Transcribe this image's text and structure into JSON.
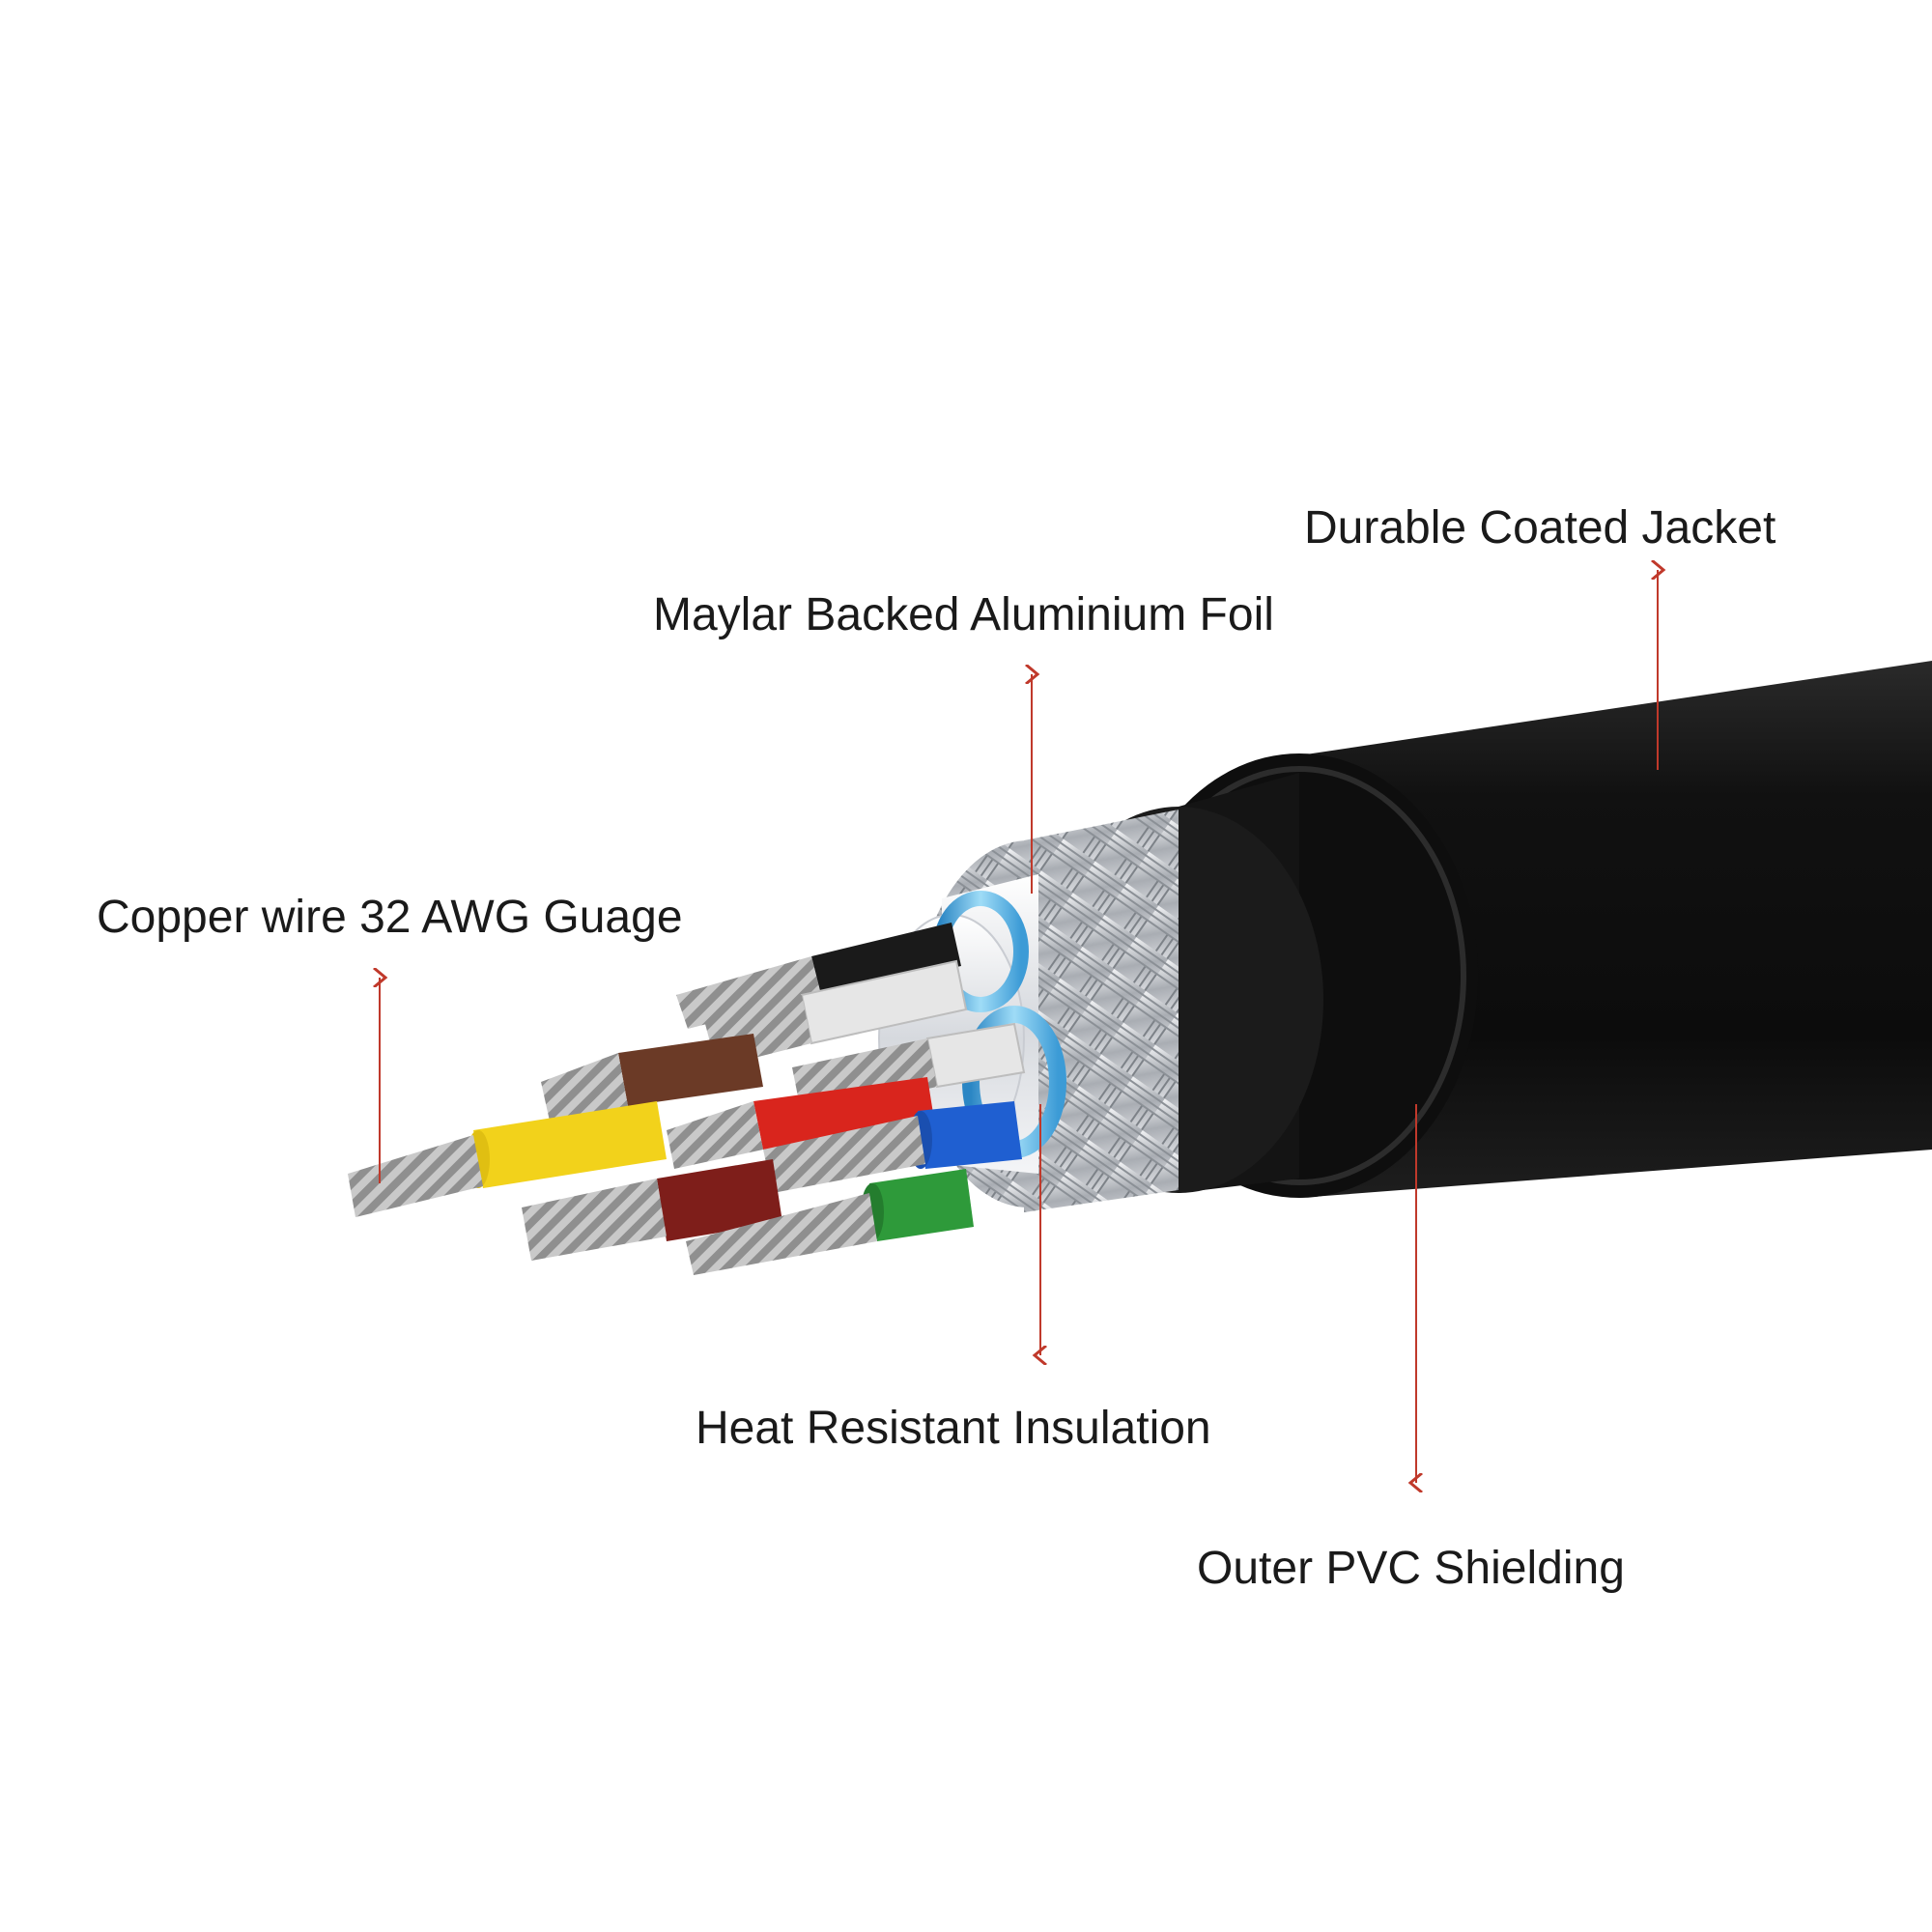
{
  "labels": {
    "durable_coated_jacket": "Durable Coated Jacket",
    "maylar_foil": "Maylar Backed Aluminium Foil",
    "copper_wire": "Copper wire 32 AWG Guage",
    "heat_insulation": "Heat Resistant Insulation",
    "outer_pvc": "Outer PVC Shielding"
  },
  "colors": {
    "background": "#ffffff",
    "callout_line": "#c0392b",
    "jacket": "#151515",
    "braid": "#b8bcc2",
    "foil": "#e4e6ea",
    "insulation_ring": "#5fb8e6",
    "wire_black": "#1a1a1a",
    "wire_white": "#e6e6e6",
    "wire_brown": "#6b3a26",
    "wire_yellow": "#f2d21b",
    "wire_red": "#d9251d",
    "wire_blue": "#1f5fd1",
    "wire_dark_red": "#7e1e1a",
    "wire_green": "#2e9a3a",
    "copper_strand": "#b5b5b5"
  }
}
